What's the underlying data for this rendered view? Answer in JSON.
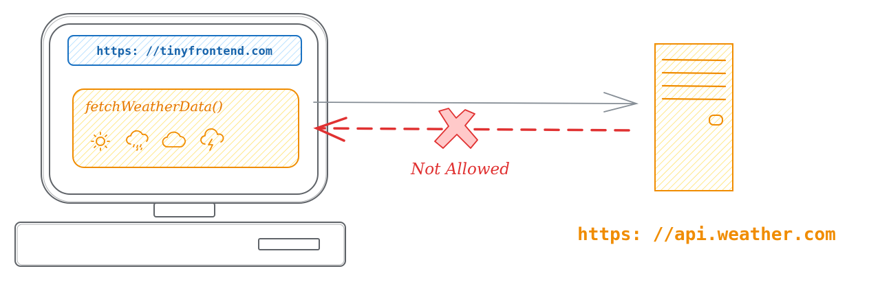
{
  "client": {
    "url": "https: //tinyfrontend.com",
    "function_call": "fetchWeatherData()",
    "weather_icons": [
      "sun-icon",
      "rain-cloud-icon",
      "cloud-icon",
      "thunder-cloud-icon"
    ]
  },
  "request": {
    "status_label": "Not Allowed"
  },
  "server": {
    "url": "https: //api.weather.com"
  },
  "colors": {
    "outline": "#5f6368",
    "url_box": "#1971c2",
    "accent": "#f08c00",
    "fill_yellow": "#ffec99",
    "error": "#e03131",
    "error_fill": "#ffc9c9"
  }
}
